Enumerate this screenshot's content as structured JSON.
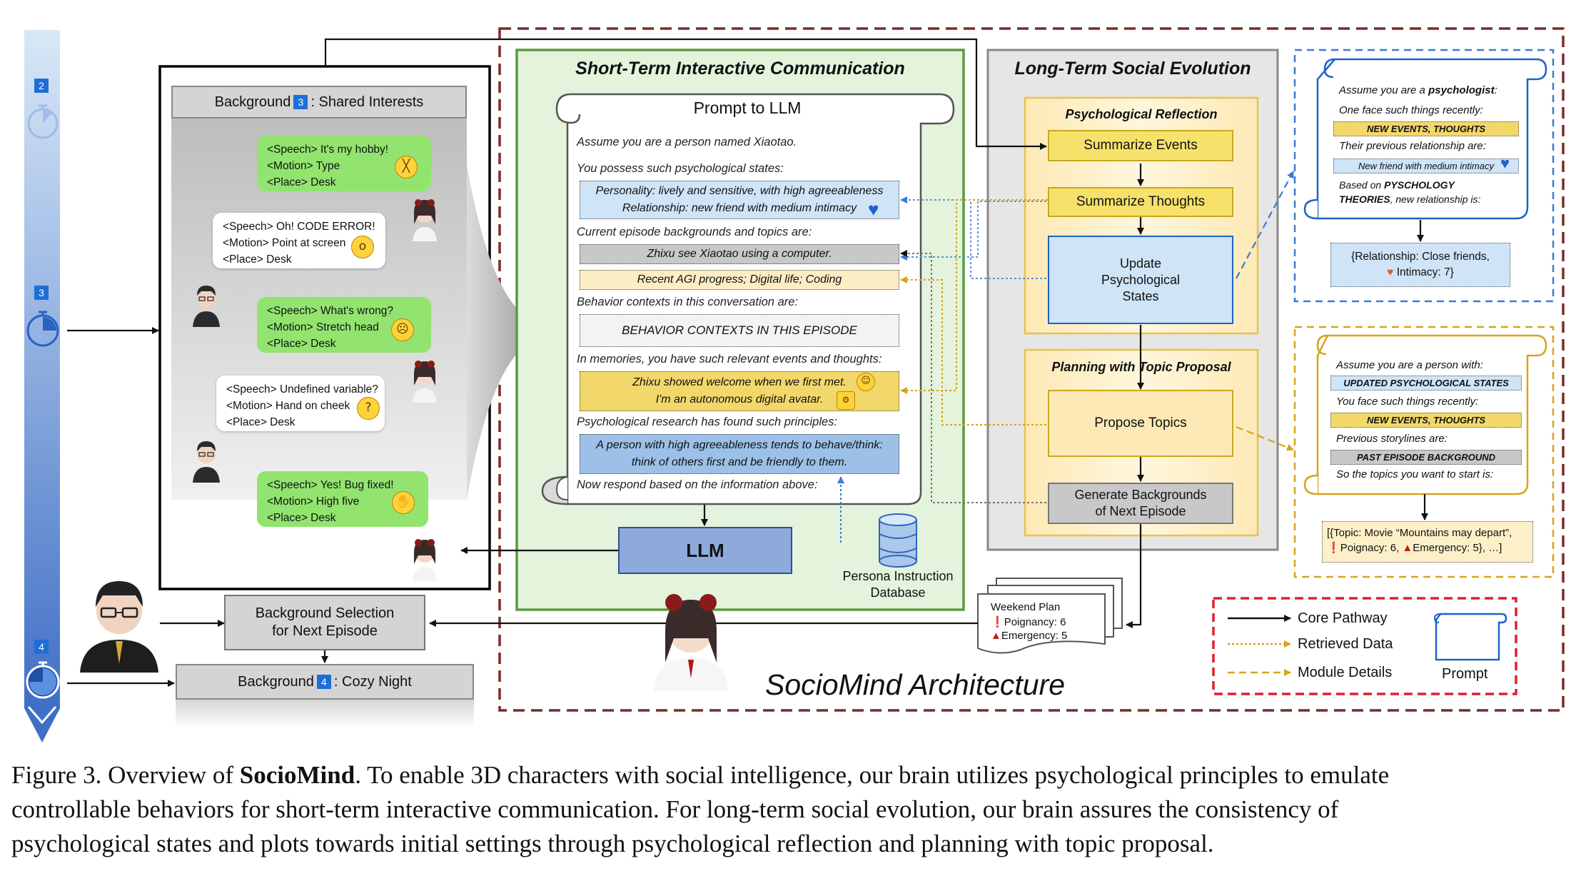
{
  "timeline": {
    "markers": [
      "2",
      "3",
      "4"
    ]
  },
  "episode": {
    "header_prefix": "Background",
    "header_num": "3",
    "header_suffix": ": Shared Interests",
    "dialogues": [
      {
        "speech": "<Speech> It's my hobby!",
        "motion": "<Motion> Type",
        "place": "<Place> Desk",
        "emoji": "grinning-squint-emoji"
      },
      {
        "speech": "<Speech> Oh! CODE ERROR!",
        "motion": "<Motion> Point at screen",
        "place": "<Place> Desk",
        "emoji": "surprised-emoji"
      },
      {
        "speech": "<Speech> What's wrong?",
        "motion": "<Motion> Stretch head",
        "place": "<Place> Desk",
        "emoji": "worried-emoji"
      },
      {
        "speech": "<Speech> Undefined variable?",
        "motion": "<Motion> Hand on cheek",
        "place": "<Place> Desk",
        "emoji": "thinking-emoji"
      },
      {
        "speech": "<Speech> Yes! Bug fixed!",
        "motion": "<Motion> High five",
        "place": "<Place> Desk",
        "emoji": "raised-hand-emoji"
      }
    ],
    "background_selection": "Background Selection\nfor Next Episode",
    "next_prefix": "Background",
    "next_num": "4",
    "next_suffix": ": Cozy Night"
  },
  "short_term": {
    "title": "Short-Term Interactive Communication",
    "prompt_title": "Prompt to LLM",
    "lines": [
      "Assume you are a person named Xiaotao.",
      "You possess such psychological states:",
      "Current episode backgrounds and topics are:",
      "Behavior contexts in this conversation are:",
      "In memories, you have such relevant events and thoughts:",
      "Psychological research has found such principles:",
      "Now respond based on the information above:"
    ],
    "psych_states": [
      "Personality: lively and sensitive, with high agreeableness",
      "Relationship: new friend with medium intimacy"
    ],
    "episode_bg": "Zhixu see Xiaotao using a computer.",
    "topics": "Recent AGI progress; Digital life; Coding",
    "behavior": "BEHAVIOR CONTEXTS IN THIS EPISODE",
    "memories": [
      "Zhixu showed welcome when we first met.",
      "I'm an autonomous digital avatar."
    ],
    "principles": [
      "A person with high agreeableness tends to behave/think:",
      "think of others first and be friendly to them."
    ],
    "llm": "LLM",
    "database": "Persona Instruction\nDatabase"
  },
  "long_term": {
    "title": "Long-Term Social Evolution",
    "reflection_title": "Psychological Reflection",
    "summarize_events": "Summarize Events",
    "summarize_thoughts": "Summarize Thoughts",
    "update_states": "Update\nPsychological\nStates",
    "planning_title": "Planning with Topic Proposal",
    "propose_topics": "Propose Topics",
    "generate_backgrounds": "Generate Backgrounds\nof Next Episode",
    "plan_doc": {
      "title": "Weekend Plan",
      "poignancy": "Poignancy: 6",
      "emergency": "Emergency: 5"
    }
  },
  "reflection_prompt": {
    "l1a": "Assume you are a ",
    "l1b": "psychologist",
    "l1c": ":",
    "l2": "One face such things recently:",
    "s1": "NEW EVENTS, THOUGHTS",
    "l3": "Their previous relationship are:",
    "s2": "New friend with medium intimacy",
    "l4a": "Based on ",
    "l4b": "PYSCHOLOGY",
    "l5a": "THEORIES",
    "l5b": ", new relationship is:",
    "out1": "{Relationship: Close friends,",
    "out2": "Intimacy: 7}"
  },
  "planning_prompt": {
    "l1": "Assume you are a person with:",
    "s1": "UPDATED PSYCHOLOGICAL STATES",
    "l2": "You face such things recently:",
    "s2": "NEW EVENTS, THOUGHTS",
    "l3": "Previous storylines are:",
    "s3": "PAST EPISODE BACKGROUND",
    "l4": "So the topics you want to start is:",
    "out1": "[{Topic: Movie “Mountains may depart”,",
    "out2": "Poignacy: 6, ",
    "out3": "Emergency: 5}, …]"
  },
  "legend": {
    "core": "Core Pathway",
    "retrieved": "Retrieved Data",
    "module": "Module Details",
    "prompt": "Prompt"
  },
  "architecture_label": "SocioMind Architecture",
  "caption": {
    "prefix": "Figure 3. Overview of ",
    "bold": "SocioMind",
    "line1_rest": ". To enable 3D characters with social intelligence, our brain utilizes psychological principles to emulate",
    "line2": "controllable behaviors for short-term interactive communication.  For long-term social evolution, our brain assures the consistency of",
    "line3": "psychological states and plots towards initial settings through psychological reflection and planning with topic proposal."
  },
  "colors": {
    "chat_green": "#92e46f",
    "short_term_bg": "#e4f3dc",
    "short_term_border": "#5a9a41",
    "long_term_bg": "#e6e6e6",
    "stage_bg": "#fde9b5",
    "yellow_box": "#f6e16b",
    "blue_box": "#cfe4f7",
    "llm_blue": "#8eaadb",
    "arch_border": "#7b2a2a",
    "legend_red": "#e0202b",
    "retrieved": "#d7a31c",
    "slot_blue": "#9cc0e8",
    "slot_gray": "#c8c8c8",
    "slot_yellow": "#fcedc5",
    "slot_gold": "#f2d86a"
  }
}
